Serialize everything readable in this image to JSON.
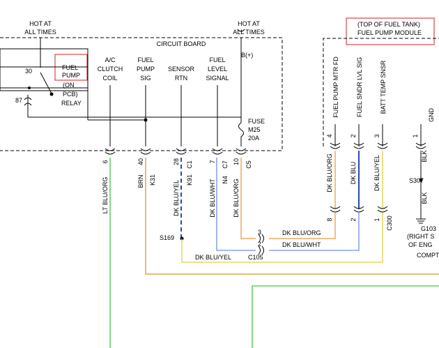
{
  "colors": {
    "green": "#44c444",
    "brown": "#c8a020",
    "blue": "#2a4ab0",
    "orange": "#f09a40",
    "yellow": "#e0d040",
    "redbox": "#d02020",
    "lightblue": "#7090e0"
  },
  "hot_left": [
    "HOT AT",
    "ALL TIMES"
  ],
  "hot_right": [
    "HOT AT",
    "ALL TIMES"
  ],
  "circuit_board": "CIRCUIT BOARD",
  "b_plus": "B(+)",
  "relay_lines": [
    "FUEL",
    "PUMP",
    "(ON",
    "PCB)",
    "RELAY"
  ],
  "relay_pin_30": "30",
  "relay_pin_87": "87",
  "columns": [
    {
      "lines": [
        "A/C",
        "CLUTCH",
        "COIL"
      ]
    },
    {
      "lines": [
        "FUEL",
        "PUMP",
        "SIG"
      ]
    },
    {
      "lines": [
        "SENSOR",
        "RTN"
      ]
    },
    {
      "lines": [
        "FUEL",
        "LEVEL",
        "SIGNAL"
      ]
    }
  ],
  "fuse": [
    "FUSE",
    "M25",
    "20A"
  ],
  "module_title": [
    "(TOP OF FUEL TANK)",
    "FUEL PUMP MODULE"
  ],
  "module_pins": [
    {
      "label": "FUEL PUMP MTR FD",
      "num": "4"
    },
    {
      "label": "FUEL SNDR LVL SIG",
      "num": "2"
    },
    {
      "label": "BATT TEMP SNSR",
      "num": "3"
    },
    {
      "label": "GND",
      "num": "1"
    }
  ],
  "bottom_conn": [
    {
      "num": "6",
      "wire": "LT BLU/ORG",
      "code": ""
    },
    {
      "num": "40",
      "wire": "BRN",
      "code": "K31"
    },
    {
      "num": "28",
      "wire": "DK BLU/YEL",
      "code": "K91",
      "conn": "C1"
    },
    {
      "num": "7",
      "wire": "DK BLU/WHT",
      "code": "N4",
      "conn": "C7"
    },
    {
      "num": "10",
      "wire": "DK BLU/ORG",
      "code": "",
      "conn": "C5"
    }
  ],
  "module_wires": [
    "DK BLU/ORG",
    "DK BLU",
    "DK BLU/YEL",
    "BLK"
  ],
  "c300_nums": [
    "8",
    "2",
    "1"
  ],
  "c300_label": "C300",
  "s307": "S307",
  "blk2": "BLK",
  "s169": "S169",
  "c105_nums": [
    "3",
    "2"
  ],
  "c105_label": "C105",
  "c105_wires": [
    "DK BLU/ORG",
    "DK BLU/WHT",
    "DK BLU/YEL"
  ],
  "g103": [
    "G103",
    "(RIGHT S",
    "OF ENG",
    "COMPT"
  ]
}
